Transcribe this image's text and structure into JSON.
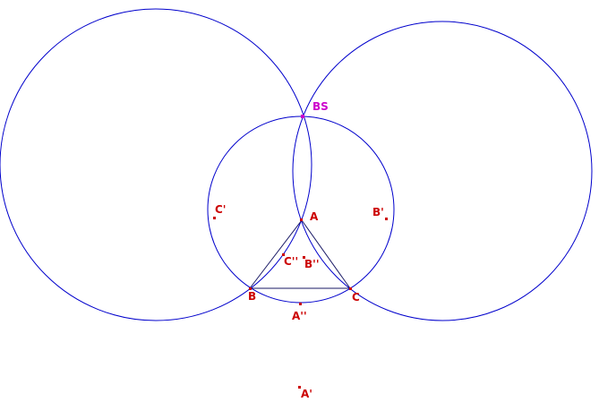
{
  "colors": {
    "circle": "#0000cc",
    "segment": "#1a1a66",
    "point": "#cc0000",
    "special_point": "#cc00cc"
  },
  "points": {
    "A": "A",
    "B": "B",
    "C": "C",
    "BS": "BS",
    "A_prime": "A'",
    "B_prime": "B'",
    "C_prime": "C'",
    "A_dprime": "A''",
    "B_dprime": "B''",
    "C_dprime": "C''"
  }
}
